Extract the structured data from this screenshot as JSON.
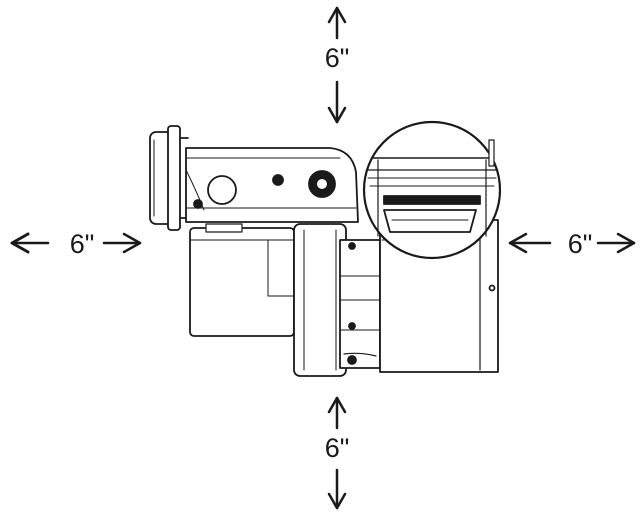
{
  "diagram": {
    "colors": {
      "ink": "#1a1a1a",
      "paper": "#ffffff",
      "shade": "#e8e8e8"
    },
    "clearances": {
      "top": "6\"",
      "bottom": "6\"",
      "left": "6\"",
      "right": "6\""
    },
    "icons": {
      "top": "arrow-up-down-icon",
      "bottom": "arrow-up-down-icon",
      "left": "arrow-left-right-icon",
      "right": "arrow-left-right-icon"
    }
  }
}
